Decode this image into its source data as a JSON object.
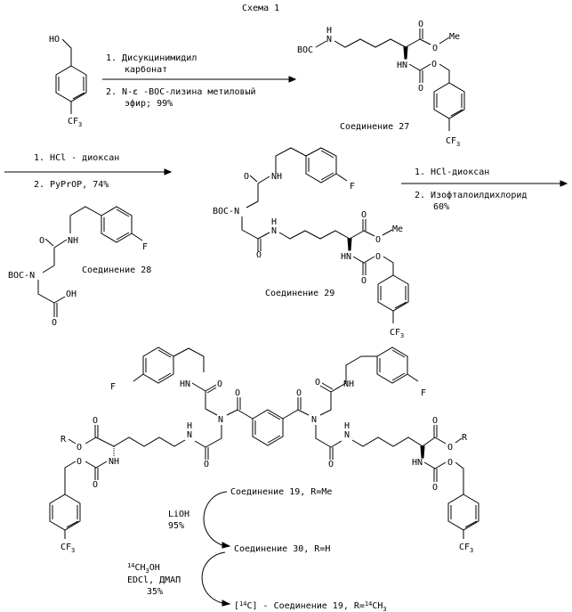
{
  "title": "Схема 1",
  "step1": {
    "reagent1": "1. Дисукцинимидил",
    "reagent1b": "карбонат",
    "reagent2": "2. N-ε -BOC-лизина метиловый",
    "reagent2b": "эфир; 99%"
  },
  "step2": {
    "reagent1": "1. HCl - диоксан",
    "reagent2": "2. PyPrOP, 74%"
  },
  "step3": {
    "reagent1": "1. HCl-диоксан",
    "reagent2": "2. Изофталоилдихлорид",
    "reagent2b": "60%"
  },
  "step4": {
    "reagent1": "LiOH",
    "yield": "95%"
  },
  "step5": {
    "reagent1": "CH",
    "reagent1_iso": "14",
    "reagent1_sub": "3",
    "reagent1_tail": "OH",
    "reagent2": "EDCl, ДМАП",
    "yield": "35%"
  },
  "compounds": {
    "c27": "Соединение 27",
    "c28": "Соединение 28",
    "c29": "Соединение 29",
    "c19": "Соединение 19, R=Me",
    "c30": "Соединение 30, R=H",
    "c19_labeled_prefix": "[",
    "c19_labeled_iso": "14",
    "c19_labeled_mid": "C] - Соединение 19, R=",
    "c19_labeled_iso2": "14",
    "c19_labeled_tail": "CH",
    "c19_labeled_sub": "3"
  },
  "atoms": {
    "HO": "HO",
    "CF": "CF",
    "sub3": "3",
    "BOC": "BOC",
    "N": "N",
    "H": "H",
    "NH": "NH",
    "HN": "HN",
    "O": "O",
    "OH": "OH",
    "Me": "Me",
    "F": "F",
    "R": "R",
    "BOCN": "BOC-N"
  }
}
